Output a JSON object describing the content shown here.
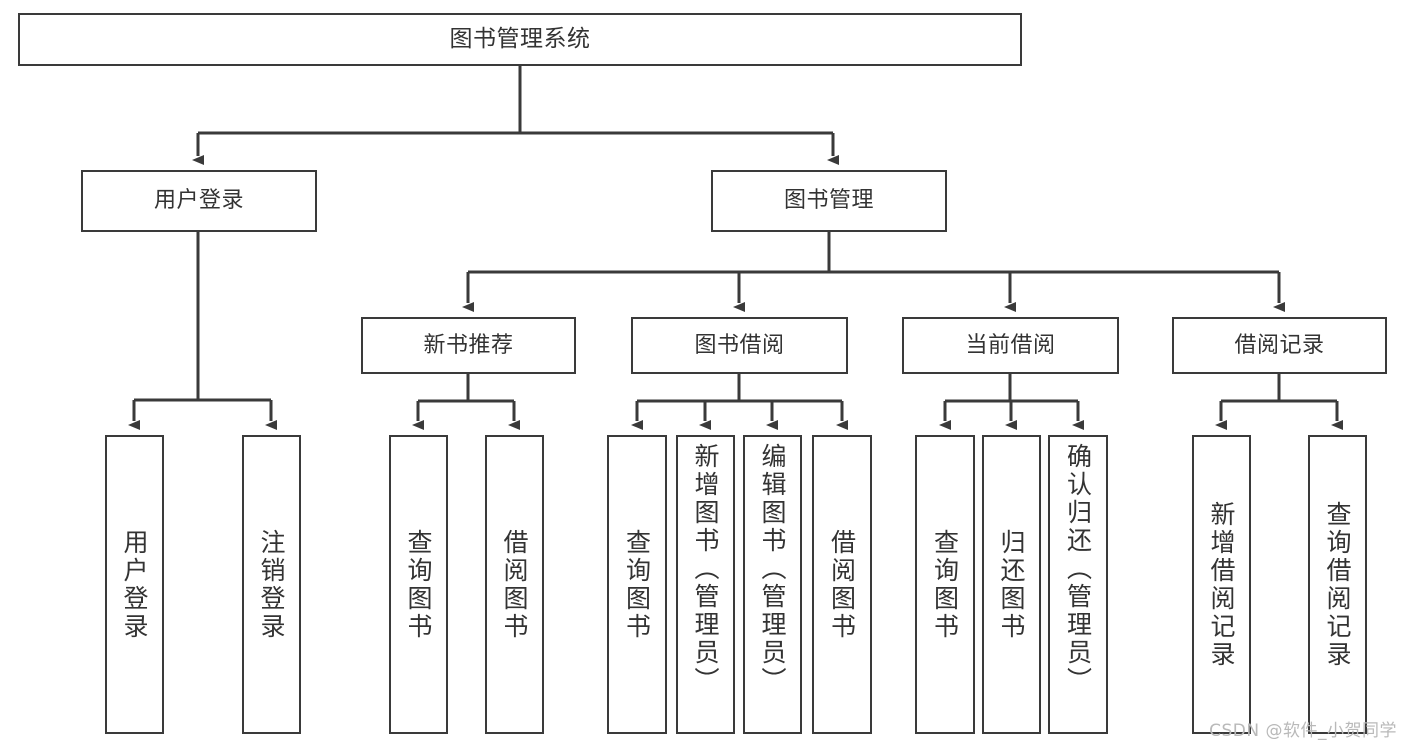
{
  "diagram": {
    "title": "图书管理系统",
    "type": "hierarchy-tree",
    "root": {
      "id": "root",
      "label": "图书管理系统",
      "orientation": "horizontal"
    },
    "level2": [
      {
        "id": "user-login",
        "label": "用户登录",
        "orientation": "horizontal"
      },
      {
        "id": "book-manage",
        "label": "图书管理",
        "orientation": "horizontal"
      }
    ],
    "level3": [
      {
        "id": "new-book-recommend",
        "label": "新书推荐",
        "orientation": "horizontal",
        "parent": "book-manage"
      },
      {
        "id": "book-borrow",
        "label": "图书借阅",
        "orientation": "horizontal",
        "parent": "book-manage"
      },
      {
        "id": "current-borrow",
        "label": "当前借阅",
        "orientation": "horizontal",
        "parent": "book-manage"
      },
      {
        "id": "borrow-record",
        "label": "借阅记录",
        "orientation": "horizontal",
        "parent": "book-manage"
      }
    ],
    "leaves": [
      {
        "id": "leaf-user-login",
        "label": "用户登录",
        "orientation": "vertical",
        "parent": "user-login"
      },
      {
        "id": "leaf-logout-login",
        "label": "注销登录",
        "orientation": "vertical",
        "parent": "user-login"
      },
      {
        "id": "leaf-query-book-1",
        "label": "查询图书",
        "orientation": "vertical",
        "parent": "new-book-recommend"
      },
      {
        "id": "leaf-borrow-book-1",
        "label": "借阅图书",
        "orientation": "vertical",
        "parent": "new-book-recommend"
      },
      {
        "id": "leaf-query-book-2",
        "label": "查询图书",
        "orientation": "vertical",
        "parent": "book-borrow"
      },
      {
        "id": "leaf-add-book-admin",
        "label": "新增图书（管理员）",
        "orientation": "vertical",
        "parent": "book-borrow"
      },
      {
        "id": "leaf-edit-book-admin",
        "label": "编辑图书（管理员）",
        "orientation": "vertical",
        "parent": "book-borrow"
      },
      {
        "id": "leaf-borrow-book-2",
        "label": "借阅图书",
        "orientation": "vertical",
        "parent": "book-borrow"
      },
      {
        "id": "leaf-query-book-3",
        "label": "查询图书",
        "orientation": "vertical",
        "parent": "current-borrow"
      },
      {
        "id": "leaf-return-book",
        "label": "归还图书",
        "orientation": "vertical",
        "parent": "current-borrow"
      },
      {
        "id": "leaf-confirm-return-admin",
        "label": "确认归还（管理员）",
        "orientation": "vertical",
        "parent": "current-borrow"
      },
      {
        "id": "leaf-add-borrow-record",
        "label": "新增借阅记录",
        "orientation": "vertical",
        "parent": "borrow-record"
      },
      {
        "id": "leaf-query-borrow-record",
        "label": "查询借阅记录",
        "orientation": "vertical",
        "parent": "borrow-record"
      }
    ],
    "colors": {
      "stroke": "#3a3a3a",
      "fill": "#ffffff",
      "text": "#333333",
      "watermark": "#b9b9b9"
    }
  },
  "watermark": {
    "text": "CSDN @软件_小贺同学"
  }
}
